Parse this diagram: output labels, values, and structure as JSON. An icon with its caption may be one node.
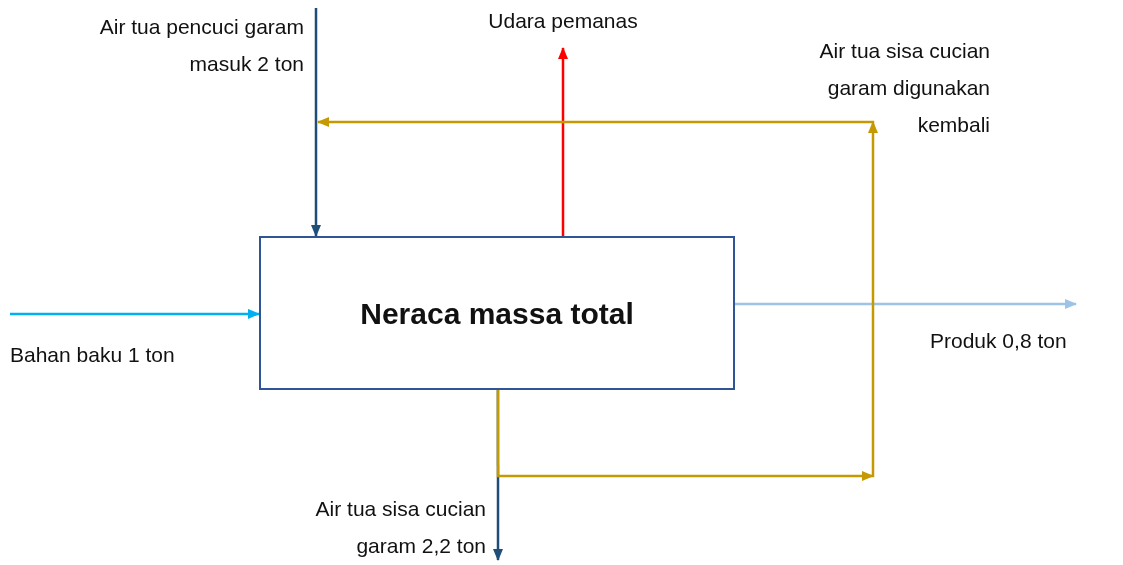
{
  "diagram": {
    "nodes": [
      {
        "text": [
          "Neraca massa total"
        ]
      },
      {
        "text": [
          "Bahan baku 1 ton"
        ]
      },
      {
        "text": [
          "Air tua pencuci garam masuk 2 ton"
        ]
      },
      {
        "text": [
          "Udara pemanas"
        ]
      },
      {
        "text": [
          "Produk 0,8 ton"
        ]
      },
      {
        "text": [
          "Air tua sisa cucian garam 2,2 ton"
        ]
      }
    ],
    "edges": [
      {
        "from": 1,
        "to": 0,
        "arrow": "to",
        "color": "#00b0f0"
      },
      {
        "from": 2,
        "to": 0,
        "arrow": "to",
        "color": "#1f4e79"
      },
      {
        "from": 0,
        "to": 3,
        "arrow": "to",
        "color": "#ff0000"
      },
      {
        "from": 0,
        "to": 4,
        "arrow": "to",
        "color": "#9dc3e6"
      },
      {
        "from": 0,
        "to": 5,
        "arrow": "to",
        "color": "#1f4e79"
      },
      {
        "from": 0,
        "to": null,
        "arrow": "to",
        "label": "Air tua sisa cucian garam digunakan kembali",
        "color": "#c59a00"
      }
    ]
  }
}
